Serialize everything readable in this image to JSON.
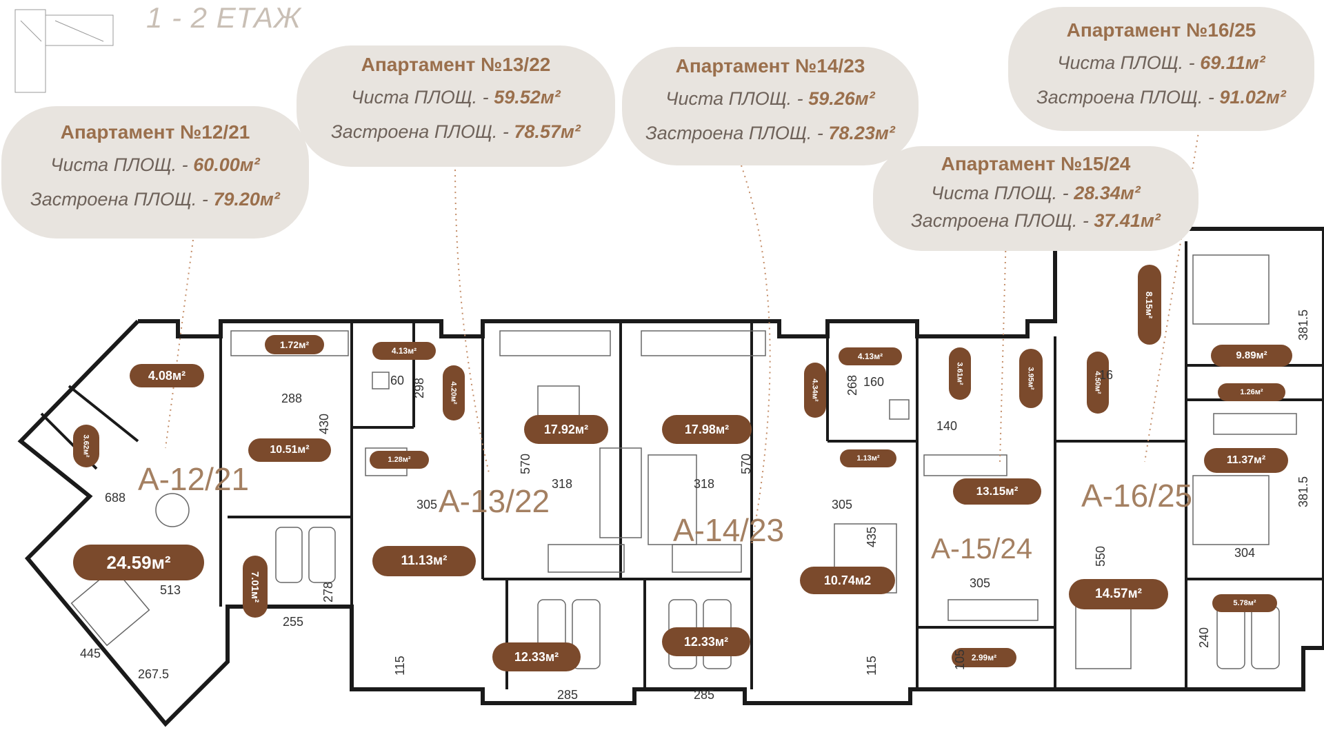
{
  "floor_title": "1 - 2 ЕТАЖ",
  "apartments": [
    {
      "id": "12/21",
      "title": "Апартамент №12/21",
      "net_label": "Чиста ПЛОЩ. -",
      "net_value": "60.00м²",
      "built_label": "Застроена ПЛОЩ. -",
      "built_value": "79.20м²",
      "plan_label": "А-12/21"
    },
    {
      "id": "13/22",
      "title": "Апартамент №13/22",
      "net_label": "Чиста ПЛОЩ. -",
      "net_value": "59.52м²",
      "built_label": "Застроена ПЛОЩ. -",
      "built_value": "78.57м²",
      "plan_label": "А-13/22"
    },
    {
      "id": "14/23",
      "title": "Апартамент №14/23",
      "net_label": "Чиста ПЛОЩ. -",
      "net_value": "59.26м²",
      "built_label": "Застроена ПЛОЩ. -",
      "built_value": "78.23м²",
      "plan_label": "А-14/23"
    },
    {
      "id": "15/24",
      "title": "Апартамент №15/24",
      "net_label": "Чиста ПЛОЩ. -",
      "net_value": "28.34м²",
      "built_label": "Застроена ПЛОЩ. -",
      "built_value": "37.41м²",
      "plan_label": "А-15/24"
    },
    {
      "id": "16/25",
      "title": "Апартамент №16/25",
      "net_label": "Чиста ПЛОЩ. -",
      "net_value": "69.11м²",
      "built_label": "Застроена ПЛОЩ. -",
      "built_value": "91.02м²",
      "plan_label": "А-16/25"
    }
  ],
  "rooms": {
    "r1": "4.08м²",
    "r2": "1.72м²",
    "r3": "3.62м²",
    "r4": "10.51м²",
    "r5": "24.59м²",
    "r6": "7.01м²",
    "r7": "4.13м²",
    "r8": "4.20м²",
    "r9": "1.28м²",
    "r10": "11.13м²",
    "r11": "17.92м²",
    "r12": "12.33м²",
    "r13": "17.98м²",
    "r14": "12.33м²",
    "r15": "4.34м²",
    "r16": "4.13м²",
    "r17": "1.13м²",
    "r18": "10.74м2",
    "r19": "3.61м²",
    "r20": "3.95м²",
    "r21": "13.15м²",
    "r22": "2.99м²",
    "r23": "4.50м²",
    "r24": "8.15м²",
    "r25": "9.89м²",
    "r26": "1.26м²",
    "r27": "11.37м²",
    "r28": "14.57м²",
    "r29": "5.78м²"
  },
  "dimensions": {
    "d288": "288",
    "d430": "430",
    "d688": "688",
    "d513": "513",
    "d445": "445",
    "d2675": "267.5",
    "d255": "255",
    "d278": "278",
    "d60": "60",
    "d298": "298",
    "d305a": "305",
    "d318a": "318",
    "d570a": "570",
    "d318b": "318",
    "d570b": "570",
    "d285a": "285",
    "d285b": "285",
    "d115a": "115",
    "d115b": "115",
    "d268": "268",
    "d160": "160",
    "d305b": "305",
    "d435": "435",
    "d140": "140",
    "d305c": "305",
    "d105": "105",
    "d550": "550",
    "d16": "16",
    "d3815a": "381.5",
    "d3815b": "381.5",
    "d304": "304",
    "d240": "240"
  },
  "colors": {
    "accent": "#7b4a2c",
    "bubble": "#e8e4df",
    "label": "#a07a5a",
    "wall": "#1a1a1a"
  }
}
